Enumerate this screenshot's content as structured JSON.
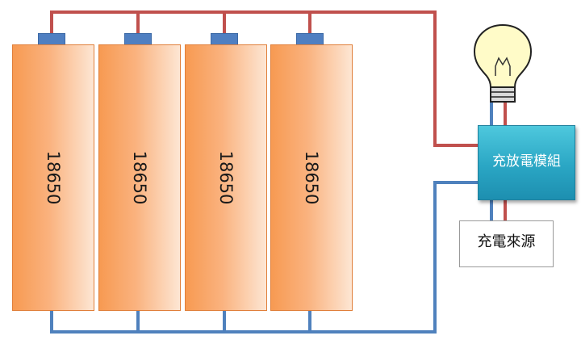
{
  "batteries": [
    {
      "label": "18650"
    },
    {
      "label": "18650"
    },
    {
      "label": "18650"
    },
    {
      "label": "18650"
    }
  ],
  "module": {
    "label": "充放電模組"
  },
  "charger": {
    "label": "充電來源"
  },
  "colors": {
    "positive_wire": "#c0504d",
    "negative_wire": "#4f81bd",
    "battery_fill": "#f79a52",
    "terminal": "#4f7fc1",
    "module_fill": "#2aa6c4",
    "bulb_glass": "#fffbc8"
  },
  "icons": {
    "bulb": "light-bulb-icon"
  }
}
